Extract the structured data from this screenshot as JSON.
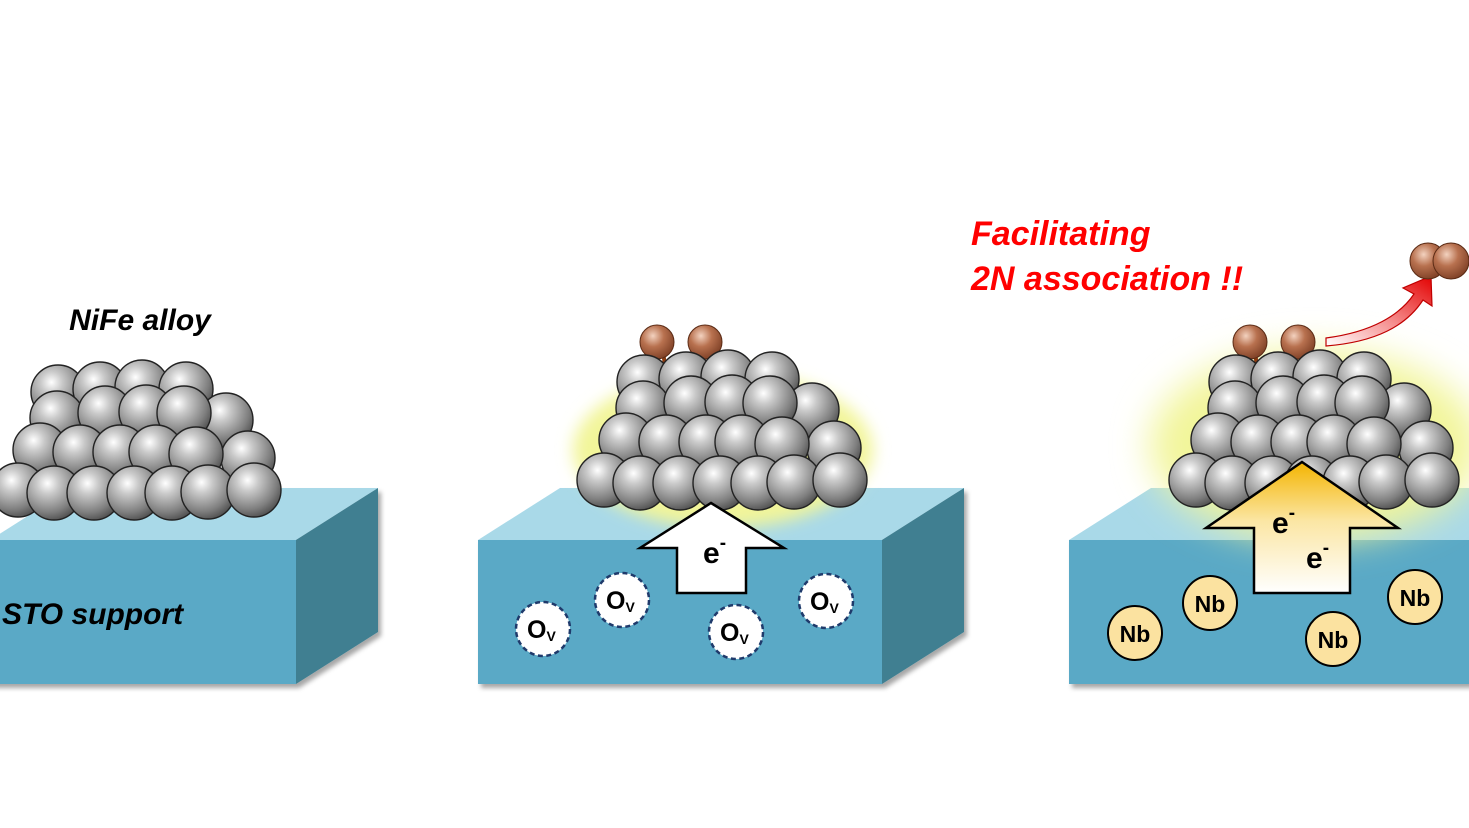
{
  "panel1": {
    "alloy_label": "NiFe alloy",
    "support_label": "STO support"
  },
  "panel2": {
    "electron": {
      "main": "e",
      "sup": "-"
    },
    "vacancies": [
      {
        "main": "O",
        "sub": "V"
      },
      {
        "main": "O",
        "sub": "V"
      },
      {
        "main": "O",
        "sub": "V"
      },
      {
        "main": "O",
        "sub": "V"
      }
    ]
  },
  "panel3": {
    "headline": [
      "Facilitating",
      "2N association !!"
    ],
    "electrons": [
      {
        "main": "e",
        "sup": "-"
      },
      {
        "main": "e",
        "sup": "-"
      }
    ],
    "dopants": [
      "Nb",
      "Nb",
      "Nb",
      "Nb"
    ]
  },
  "colors": {
    "slab_front": "#5aa9c6",
    "slab_top": "#a9d9e8",
    "slab_side": "#3f7f91",
    "sphere": "#8a8a8a",
    "adsorbate": "#b0684a",
    "headline": "#ff0000",
    "dopant_fill": "#fbe2a0",
    "vacancy_border": "#1f3a6b",
    "glow": "#f2f59a"
  }
}
